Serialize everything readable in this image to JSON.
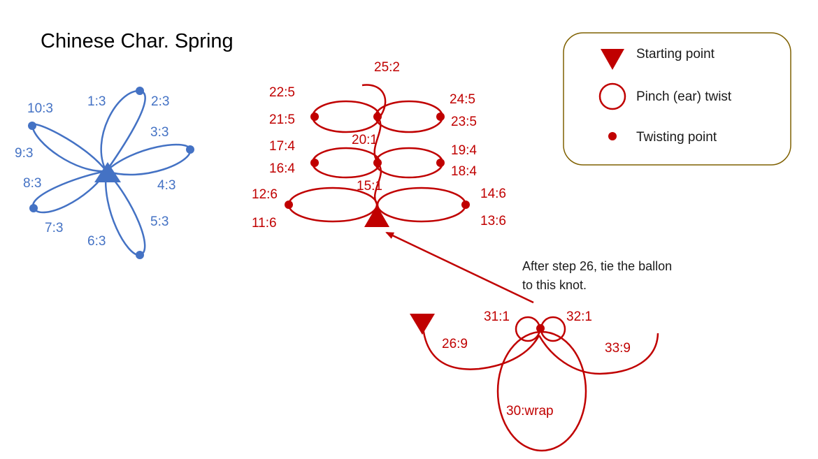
{
  "title": "Chinese Char. Spring",
  "colors": {
    "flower": "#4472c4",
    "figure": "#c00000",
    "legend_border": "#7f6000",
    "text": "#000000"
  },
  "legend": {
    "starting_point": "Starting point",
    "pinch_twist": "Pinch (ear) twist",
    "twisting_point": "Twisting point"
  },
  "flower_labels": {
    "s1": "1:3",
    "s2": "2:3",
    "s3": "3:3",
    "s4": "4:3",
    "s5": "5:3",
    "s6": "6:3",
    "s7": "7:3",
    "s8": "8:3",
    "s9": "9:3",
    "s10": "10:3"
  },
  "tree_labels": {
    "s11": "11:6",
    "s12": "12:6",
    "s13": "13:6",
    "s14": "14:6",
    "s15": "15:1",
    "s16": "16:4",
    "s17": "17:4",
    "s18": "18:4",
    "s19": "19:4",
    "s20": "20:1",
    "s21": "21:5",
    "s22": "22:5",
    "s23": "23:5",
    "s24": "24:5",
    "s25": "25:2"
  },
  "base_labels": {
    "s26": "26:9",
    "s30": "30:wrap",
    "s31": "31:1",
    "s32": "32:1",
    "s33": "33:9"
  },
  "note": {
    "line1": "After step 26, tie the ballon",
    "line2": "to this knot."
  }
}
